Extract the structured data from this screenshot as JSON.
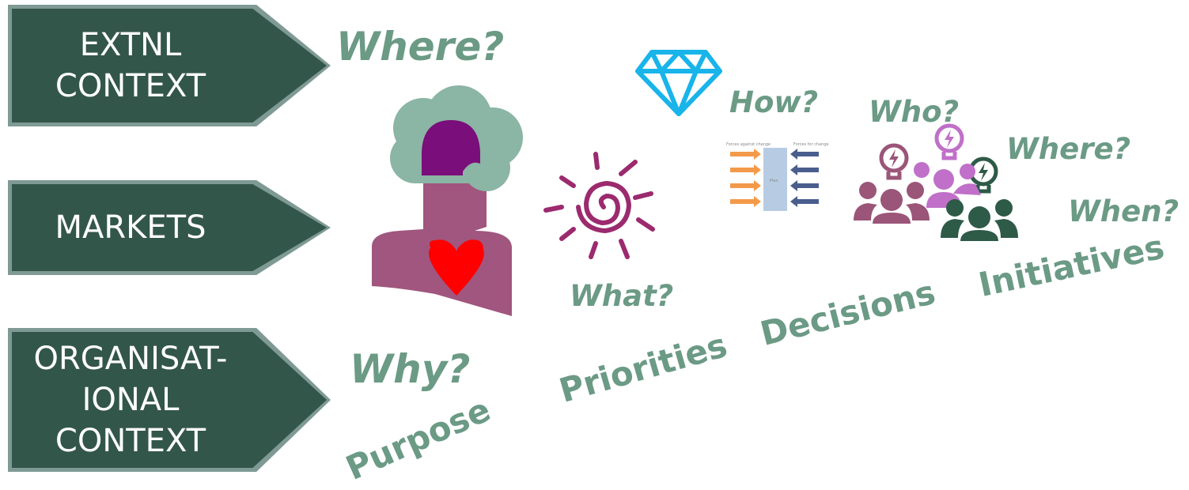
{
  "arrows": {
    "external": "EXTNL\nCONTEXT",
    "markets": "MARKETS",
    "organisational": "ORGANISAT-\nIONAL\nCONTEXT"
  },
  "questions": {
    "where_1": "Where?",
    "how": "How?",
    "who": "Who?",
    "where_2": "Where?",
    "when": "When?",
    "what": "What?",
    "why": "Why?"
  },
  "stages": {
    "purpose": "Purpose",
    "priorities": "Priorities",
    "decisions": "Decisions",
    "initiatives": "Initiatives"
  },
  "force_field": {
    "left_title": "Forces against change",
    "right_title": "Forces for change",
    "center": "Plan"
  },
  "icons": [
    "person-heart-icon",
    "sun-spiral-icon",
    "diamond-icon",
    "force-field-icon",
    "team-ideas-icon"
  ],
  "colors": {
    "arrow_fill": "#33564b",
    "arrow_border": "#7f9a94",
    "label_green": "#6b9a85",
    "person": "#a0567e",
    "cloud": "#8bb5a4",
    "hair": "#7a0e7a",
    "heart": "#ff0000",
    "diamond": "#18b4ea"
  }
}
